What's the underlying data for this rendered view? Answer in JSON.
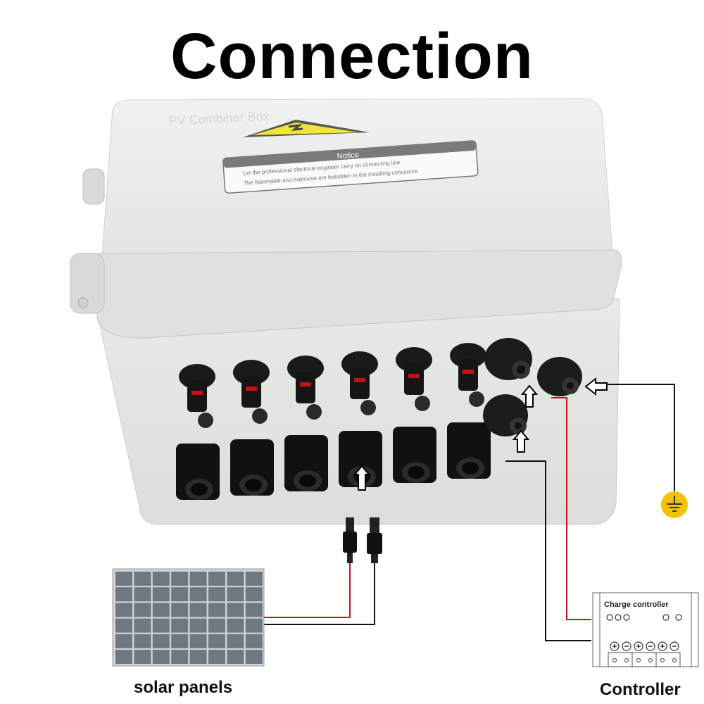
{
  "title": "Connection",
  "box": {
    "embossed_label": "PV Combiner Box",
    "notice": {
      "heading": "Notice",
      "line1": "Let the professional electrical engineer carry on connecting line",
      "line2": "The flammable and explosive are forbidden in the installing concourse"
    },
    "mc4_pairs": 6,
    "cable_glands": 3
  },
  "labels": {
    "solar_panels": "solar panels",
    "controller": "Controller",
    "charge_controller": "Charge controller"
  },
  "colors": {
    "box": "#e6e8e6",
    "warning_yellow": "#f3e43a",
    "positive_wire": "#c0141c",
    "negative_wire": "#111111",
    "ground": "#f2c200"
  },
  "icons": [
    "high-voltage-warning-icon",
    "ground-icon",
    "arrow-icon"
  ]
}
